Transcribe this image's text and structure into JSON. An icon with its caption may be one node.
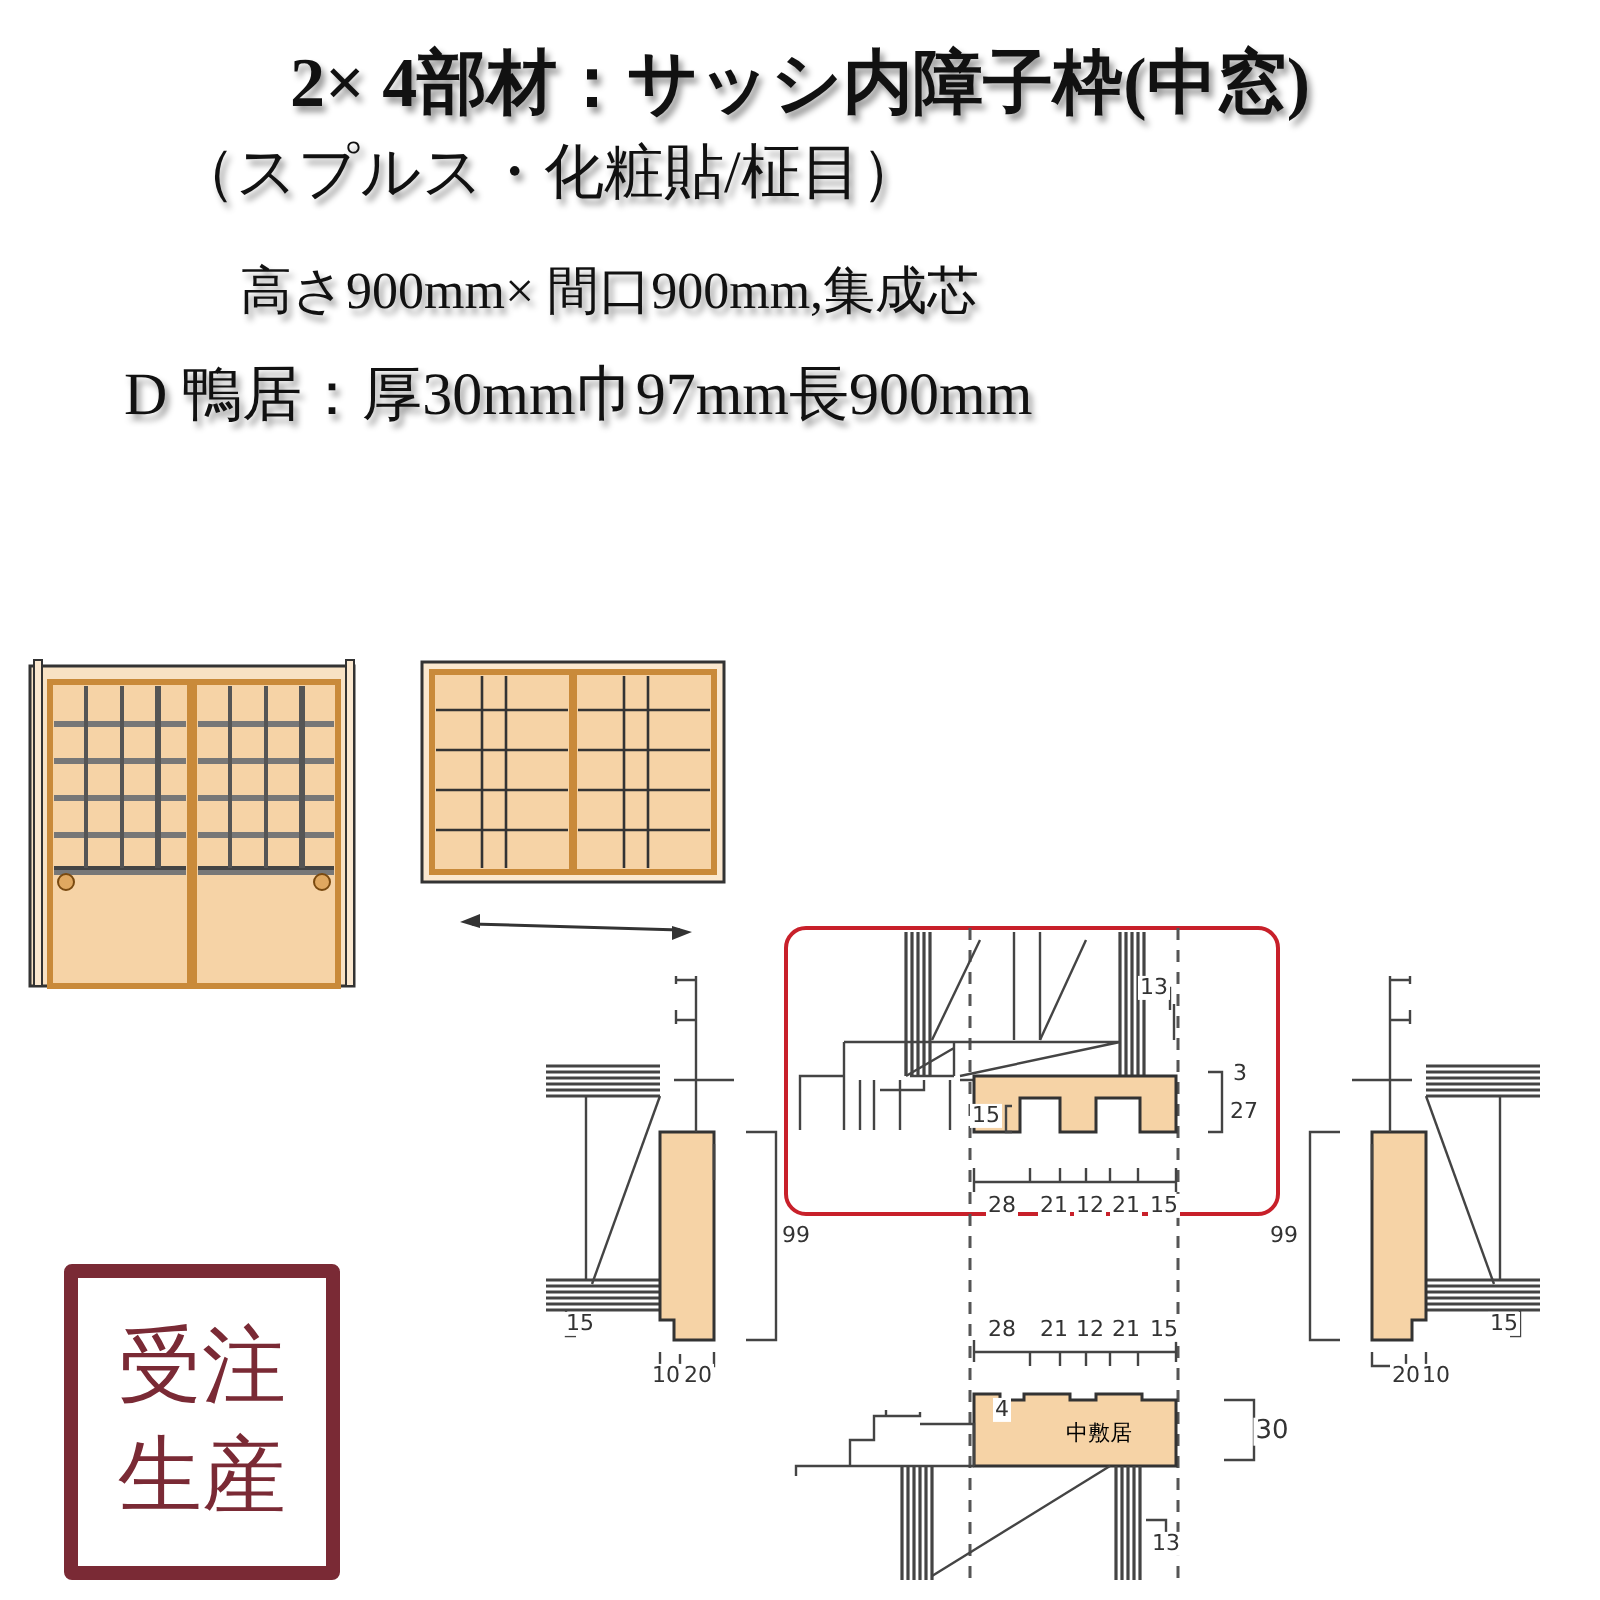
{
  "diagram": {
    "title": "2× 4部材：サッシ内障子枠(中窓)",
    "nodes": [
      {
        "text": [
          "受注生産"
        ]
      },
      {
        "text": [
          "中敷居"
        ]
      }
    ],
    "labels": [
      "（スプルス・化粧貼/柾目）",
      "高さ900mm× 間口900mm,集成芯",
      "D 鴨居：厚30mm巾97mm長900mm",
      "13",
      "3",
      "15",
      "27",
      "28",
      "21",
      "12",
      "21",
      "15",
      "99",
      "99",
      "15",
      "15",
      "10",
      "20",
      "20",
      "10",
      "28",
      "21",
      "12",
      "21",
      "15",
      "4",
      "30",
      "13"
    ]
  }
}
